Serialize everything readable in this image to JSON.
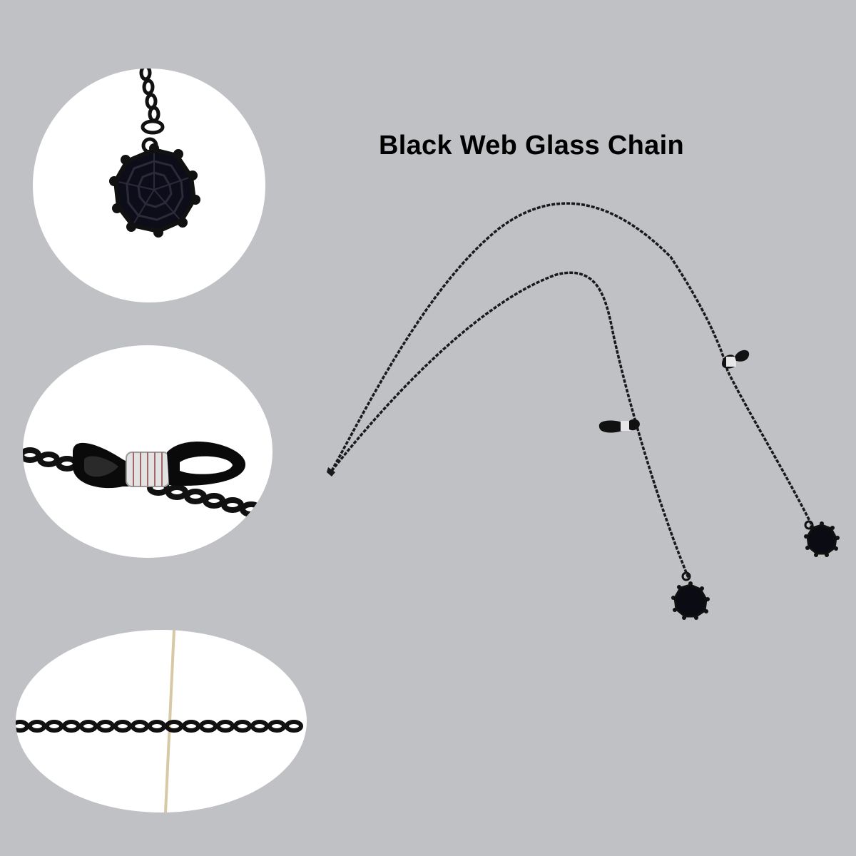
{
  "title": "Black Web Glass Chain",
  "colors": {
    "background": "#c0c1c5",
    "chain": "#111111",
    "detail_background": "#ffffff",
    "spring_coil": "#d8d8d8"
  },
  "details": [
    {
      "name": "spider-web-pendant-closeup"
    },
    {
      "name": "rubber-loop-end-closeup"
    },
    {
      "name": "chain-links-closeup"
    }
  ]
}
